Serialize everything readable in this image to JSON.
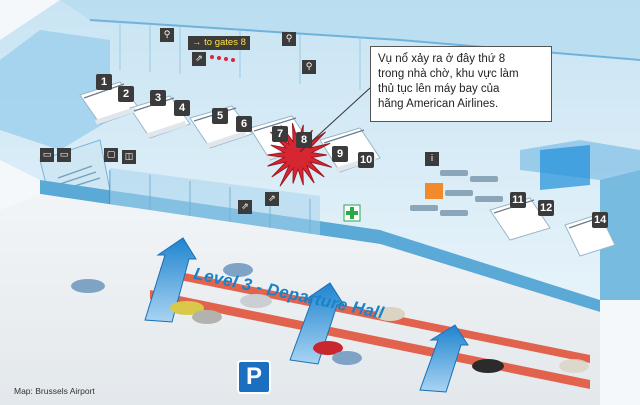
{
  "callout": {
    "lines": [
      "Vụ nổ xảy ra ở đây thứ 8",
      "trong nhà chờ, khu vực làm",
      "thủ tục lên máy bay của",
      "hãng American Airlines."
    ]
  },
  "signs": {
    "gates": "to gates 8",
    "gates_arrow": "→",
    "level": "Level 3 - Departure Hall",
    "parking": "P"
  },
  "checkin_counters": [
    "1",
    "2",
    "3",
    "4",
    "5",
    "6",
    "7",
    "8",
    "9",
    "10",
    "11",
    "12",
    "14"
  ],
  "credit": "Map: Brussels Airport",
  "colors": {
    "floor": "#d8ecf6",
    "walls": "#5aa9d6",
    "road": "#e9eef2",
    "lane_stripe": "#e2553c",
    "arrow": "#2f8fd4",
    "explosion": "#d62631",
    "label_blue": "#1a82c9",
    "pharmacy_green": "#2aa84a"
  },
  "icons": [
    "restroom-icon",
    "escalator-icon",
    "bus-icon",
    "taxi-icon",
    "baggage-icon",
    "info-icon",
    "pharmacy-cross-icon",
    "explosion-icon",
    "parking-icon"
  ]
}
